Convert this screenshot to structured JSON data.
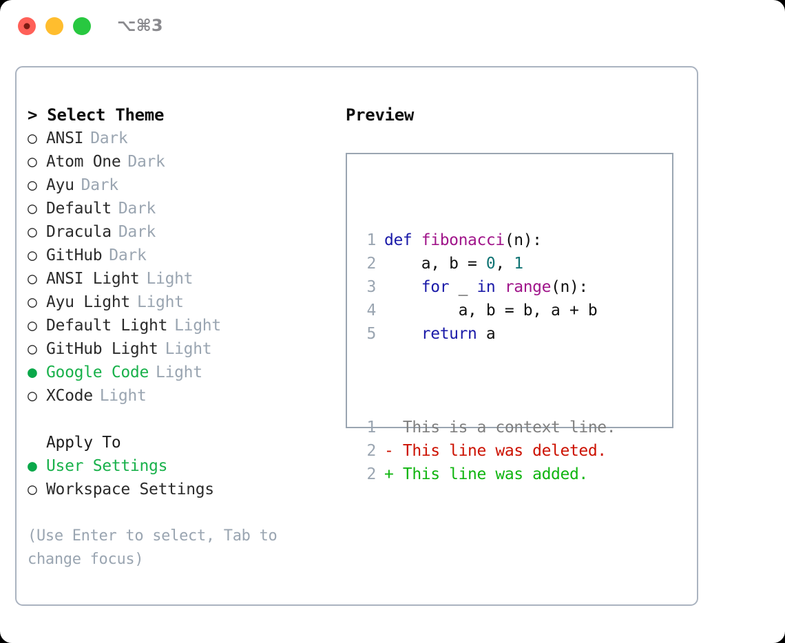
{
  "window": {
    "shortcut": "⌥⌘3",
    "traffic_lights": [
      {
        "name": "close",
        "color": "#ff6058"
      },
      {
        "name": "minimize",
        "color": "#ffbd2e"
      },
      {
        "name": "maximize",
        "color": "#28c840"
      }
    ]
  },
  "colors": {
    "accent_green": "#19b14b",
    "muted": "#9aa5b1",
    "text": "#2b2b2b",
    "keyword": "#1a1aa8",
    "function": "#a0158a",
    "number": "#0f7373",
    "diff_deleted": "#cc1100",
    "diff_added": "#10b510",
    "border": "#aab3c0"
  },
  "theme_picker": {
    "header": "> Select Theme",
    "bullet_off": "○",
    "bullet_on": "●",
    "options": [
      {
        "label": "ANSI",
        "tag": "Dark",
        "selected": false
      },
      {
        "label": "Atom One",
        "tag": "Dark",
        "selected": false
      },
      {
        "label": "Ayu",
        "tag": "Dark",
        "selected": false
      },
      {
        "label": "Default",
        "tag": "Dark",
        "selected": false
      },
      {
        "label": "Dracula",
        "tag": "Dark",
        "selected": false
      },
      {
        "label": "GitHub",
        "tag": "Dark",
        "selected": false
      },
      {
        "label": "ANSI Light",
        "tag": "Light",
        "selected": false
      },
      {
        "label": "Ayu Light",
        "tag": "Light",
        "selected": false
      },
      {
        "label": "Default Light",
        "tag": "Light",
        "selected": false
      },
      {
        "label": "GitHub Light",
        "tag": "Light",
        "selected": false
      },
      {
        "label": "Google Code",
        "tag": "Light",
        "selected": true
      },
      {
        "label": "XCode",
        "tag": "Light",
        "selected": false
      }
    ]
  },
  "apply_to": {
    "header": "Apply To",
    "options": [
      {
        "label": "User Settings",
        "selected": true
      },
      {
        "label": "Workspace Settings",
        "selected": false
      }
    ]
  },
  "hint": "(Use Enter to select, Tab to change focus)",
  "preview": {
    "header": "Preview",
    "code_lines": [
      {
        "num": "1",
        "tokens": [
          {
            "t": "def ",
            "c": "kw"
          },
          {
            "t": "fibonacci",
            "c": "fn"
          },
          {
            "t": "(n):",
            "c": "pl"
          }
        ]
      },
      {
        "num": "2",
        "tokens": [
          {
            "t": "    a, b = ",
            "c": "pl"
          },
          {
            "t": "0",
            "c": "num"
          },
          {
            "t": ", ",
            "c": "pl"
          },
          {
            "t": "1",
            "c": "num"
          }
        ]
      },
      {
        "num": "3",
        "tokens": [
          {
            "t": "    ",
            "c": "pl"
          },
          {
            "t": "for",
            "c": "kw"
          },
          {
            "t": " _ ",
            "c": "pl"
          },
          {
            "t": "in",
            "c": "kw"
          },
          {
            "t": " ",
            "c": "pl"
          },
          {
            "t": "range",
            "c": "fn"
          },
          {
            "t": "(n):",
            "c": "pl"
          }
        ]
      },
      {
        "num": "4",
        "tokens": [
          {
            "t": "        a, b = b, a + b",
            "c": "pl"
          }
        ]
      },
      {
        "num": "5",
        "tokens": [
          {
            "t": "    ",
            "c": "pl"
          },
          {
            "t": "return",
            "c": "kw"
          },
          {
            "t": " a",
            "c": "pl"
          }
        ]
      }
    ],
    "diff_lines": [
      {
        "num": "1",
        "marker": "  ",
        "text": "This is a context line.",
        "kind": "ctx"
      },
      {
        "num": "2",
        "marker": "- ",
        "text": "This line was deleted.",
        "kind": "del"
      },
      {
        "num": "2",
        "marker": "+ ",
        "text": "This line was added.",
        "kind": "add"
      }
    ]
  }
}
